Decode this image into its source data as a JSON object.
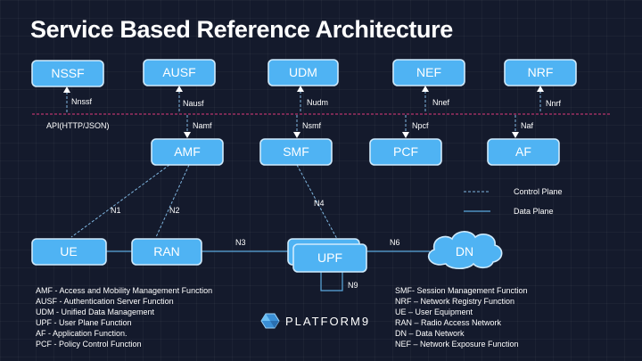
{
  "title": "Service Based Reference Architecture",
  "bus_label": "API(HTTP/JSON)",
  "nodes": {
    "nssf": "NSSF",
    "ausf": "AUSF",
    "udm": "UDM",
    "nef": "NEF",
    "nrf": "NRF",
    "amf": "AMF",
    "smf": "SMF",
    "pcf": "PCF",
    "af": "AF",
    "ue": "UE",
    "ran": "RAN",
    "upf": "UPF",
    "dn": "DN"
  },
  "interfaces": {
    "nssf": "Nnssf",
    "ausf": "Nausf",
    "udm": "Nudm",
    "nef": "Nnef",
    "nrf": "Nnrf",
    "amf": "Namf",
    "smf": "Nsmf",
    "pcf": "Npcf",
    "af": "Naf",
    "n1": "N1",
    "n2": "N2",
    "n3": "N3",
    "n4": "N4",
    "n6": "N6",
    "n9": "N9"
  },
  "line_legend": {
    "control": "Control Plane",
    "data": "Data Plane"
  },
  "legend_left": [
    "AMF - Access and Mobility Management Function",
    "AUSF - Authentication Server Function",
    "UDM - Unified Data Management",
    "UPF - User Plane Function",
    "AF - Application Function.",
    "PCF - Policy Control Function"
  ],
  "legend_right": [
    "SMF- Session Management Function",
    "NRF – Network Registry Function",
    "UE – User Equipment",
    "RAN – Radio Access Network",
    "DN – Data Network",
    "NEF – Network Exposure Function"
  ],
  "logo": "PLATFORM9",
  "colors": {
    "background": "#141a2c",
    "box": "#4fb3f3",
    "bus": "#b8356b",
    "line": "#5aa9de"
  }
}
